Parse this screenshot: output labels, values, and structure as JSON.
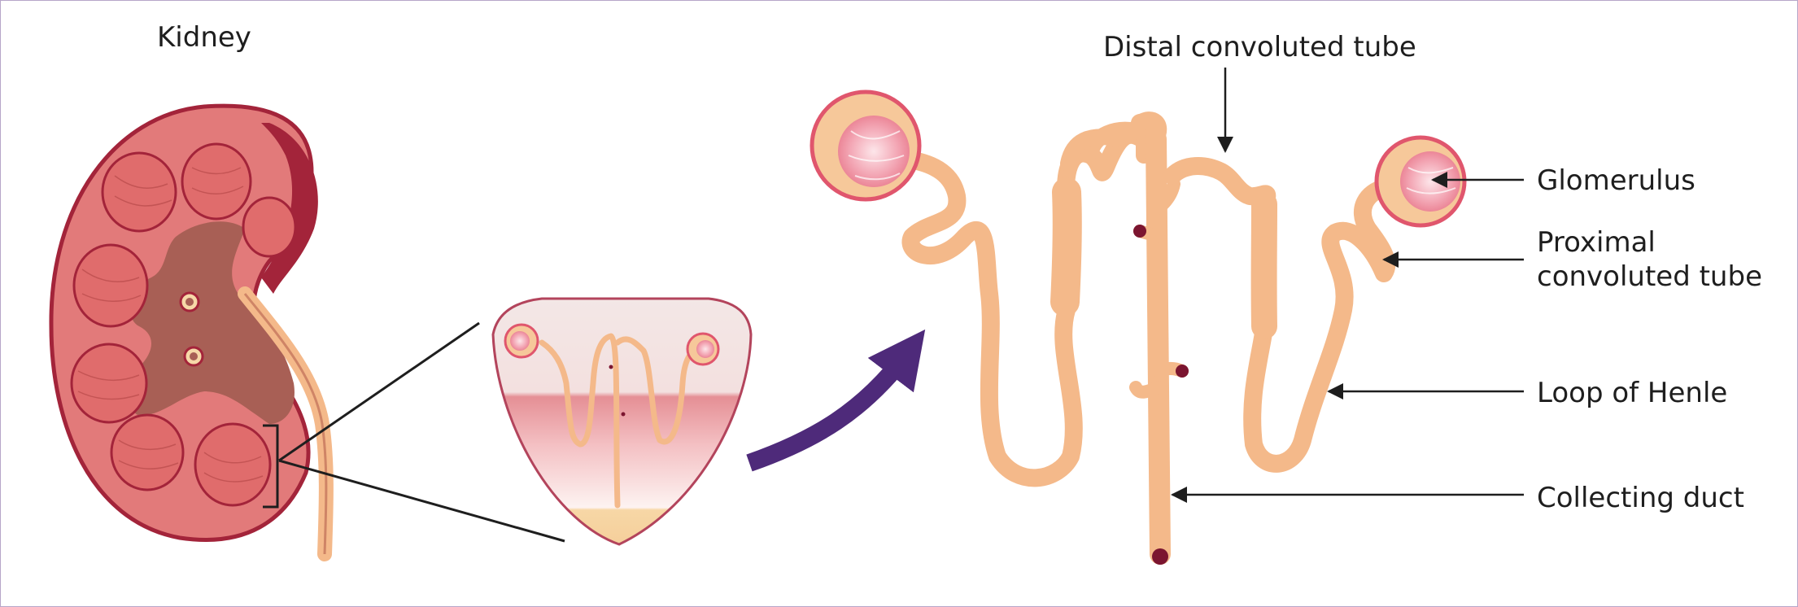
{
  "title": "Kidney",
  "labels": {
    "distal": "Distal convoluted tube",
    "glomerulus": "Glomerulus",
    "proximal_line1": "Proximal",
    "proximal_line2": "convoluted tube",
    "loop": "Loop of Henle",
    "collecting": "Collecting duct"
  },
  "colors": {
    "kidney_outer": "#e27a7a",
    "kidney_edge": "#a3243a",
    "pyramid": "#e06c6c",
    "pelvis": "#a85f55",
    "tubule": "#f4b98a",
    "arrow": "#4e2a7a",
    "glomerulus": "#f08f9e"
  }
}
